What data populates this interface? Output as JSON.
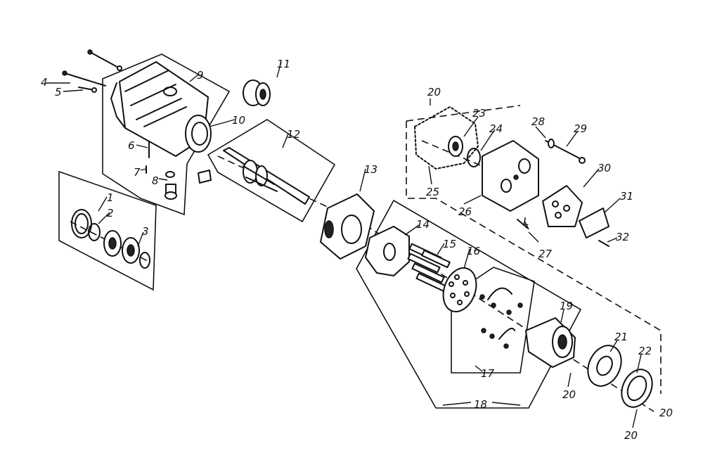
{
  "labels": [
    "1",
    "2",
    "3",
    "4",
    "5",
    "6",
    "7",
    "8",
    "9",
    "10",
    "11",
    "12",
    "13",
    "14",
    "15",
    "16",
    "17",
    "18",
    "19",
    "20",
    "20",
    "20",
    "20",
    "21",
    "22",
    "23",
    "24",
    "25",
    "26",
    "27",
    "28",
    "29",
    "30",
    "31",
    "32",
    "L"
  ]
}
